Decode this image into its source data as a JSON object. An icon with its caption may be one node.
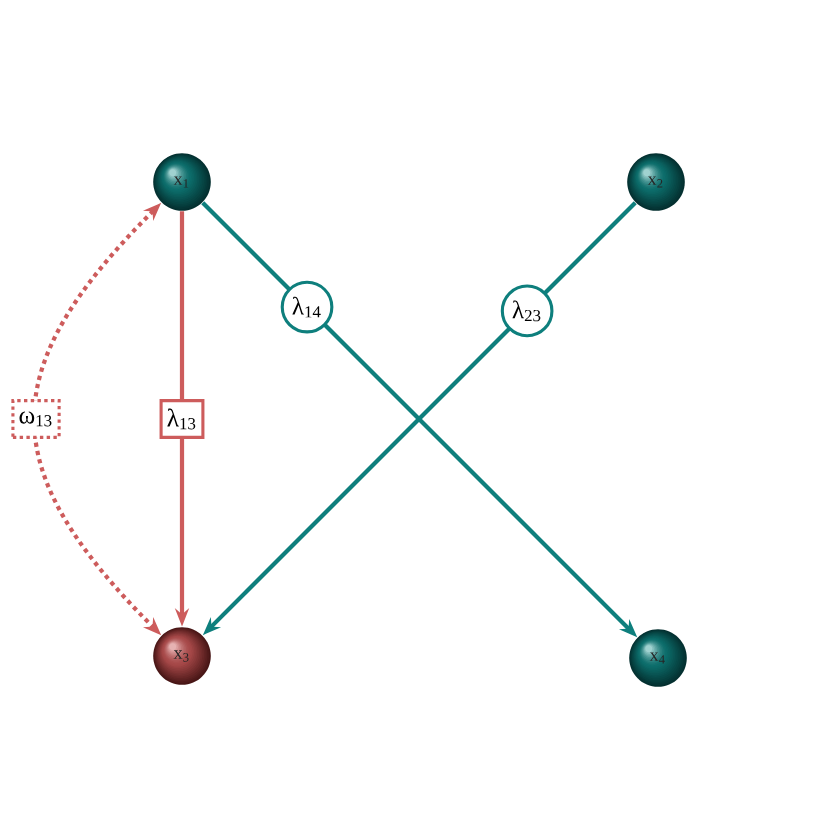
{
  "diagram": {
    "nodes": [
      {
        "text": [
          "x$_{1}$"
        ]
      },
      {
        "text": [
          "x$_{2}$"
        ]
      },
      {
        "text": [
          "x$_{3}$"
        ]
      },
      {
        "text": [
          "x$_{4}$"
        ]
      }
    ],
    "edges": [
      {
        "from": 0,
        "to": 2,
        "arrow": "to",
        "label": "λ$_{13}$",
        "color": "#cd5c5c"
      },
      {
        "from": 0,
        "to": 3,
        "arrow": "to",
        "label": "λ$_{14}$",
        "color": "#0e7f7d"
      },
      {
        "from": 1,
        "to": 2,
        "arrow": "to",
        "label": "λ$_{23}$",
        "color": "#0e7f7d"
      },
      {
        "from": 0,
        "to": 2,
        "arrow": "both",
        "label": "ω$_{13}$",
        "style": "dashed",
        "color": "#cd5c5c"
      }
    ]
  }
}
